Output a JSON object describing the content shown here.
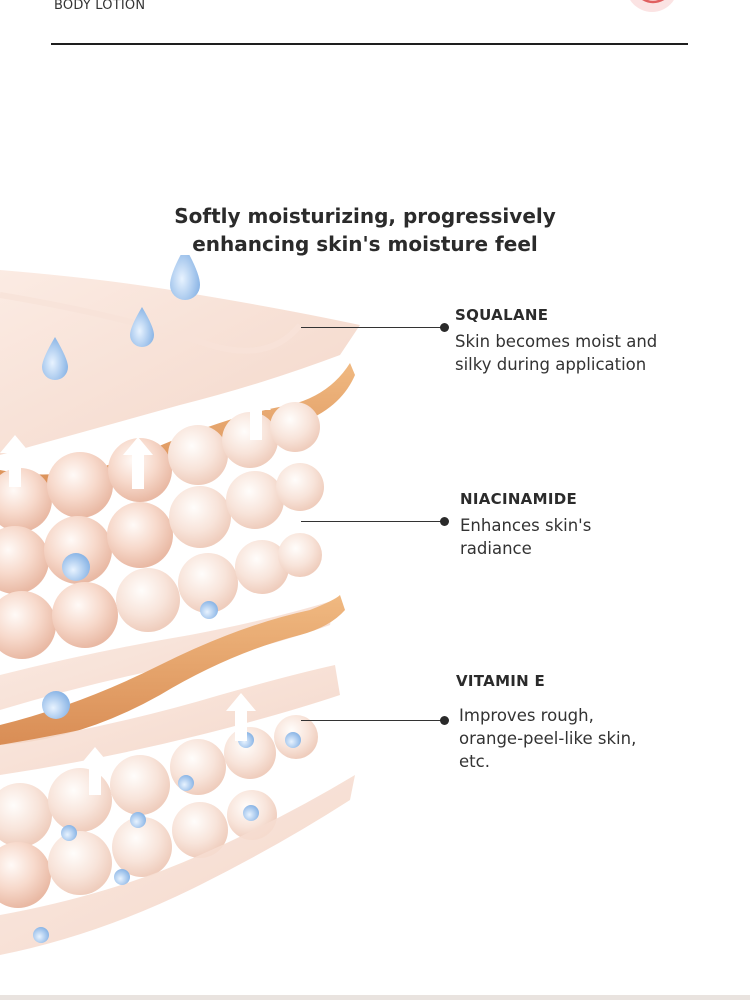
{
  "header": {
    "label": "BODY LOTION"
  },
  "headline": {
    "line1": "Softly moisturizing, progressively",
    "line2": "enhancing skin's moisture feel"
  },
  "callouts": [
    {
      "title": "SQUALANE",
      "desc_line1": "Skin becomes moist and",
      "desc_line2": "silky during application"
    },
    {
      "title": "NIACINAMIDE",
      "desc_line1": "Enhances skin's",
      "desc_line2": "radiance"
    },
    {
      "title": "VITAMIN E",
      "desc_line1": "Improves rough,",
      "desc_line2": "orange-peel-like skin,",
      "desc_line3": "etc."
    }
  ],
  "colors": {
    "accent": "#e06060",
    "skin_layer": "#f5d5c6",
    "orange_band": "#e3a06a",
    "droplet": "#9fc3ea",
    "text": "#2b2b2b"
  },
  "icons": [
    "logo-icon",
    "water-drop-icon",
    "arrow-up-icon",
    "skin-cell-icon"
  ]
}
